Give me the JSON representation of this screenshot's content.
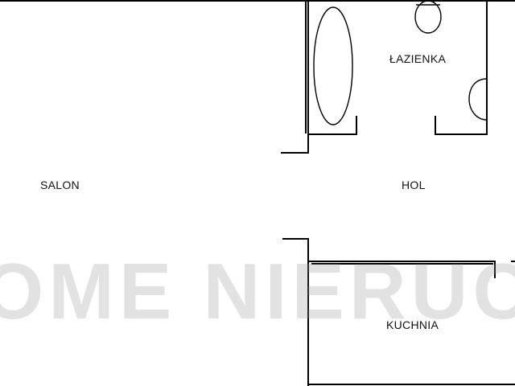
{
  "rooms": {
    "salon": "SALON",
    "lazienka": "ŁAZIENKA",
    "hol": "HOL",
    "kuchnia": "KUCHNIA"
  },
  "watermark": "OME NIERUCH",
  "colors": {
    "wall": "#000000",
    "background": "#ffffff",
    "watermark": "#969696"
  }
}
